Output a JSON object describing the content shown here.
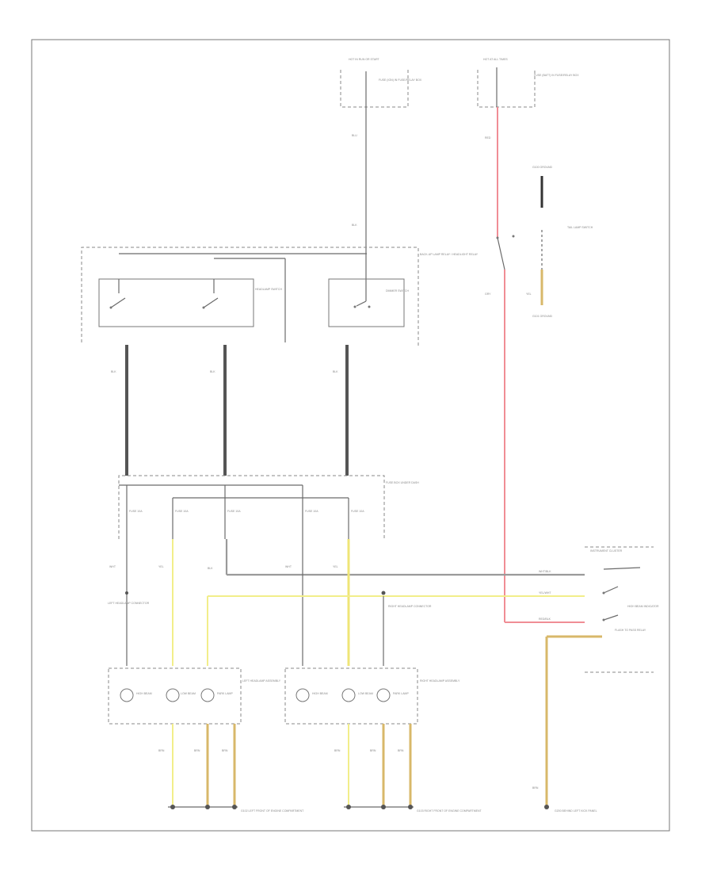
{
  "page": {
    "reference": ""
  },
  "labels": {
    "hot_run_left": "HOT IN RUN OR START",
    "hot_run_right": "HOT AT ALL TIMES",
    "fuse_top_left": "FUSE (IGN) IN FUSE/RELAY BOX",
    "fuse_top_right": "FUSE (BATT) IN FUSE/RELAY BOX",
    "relay_box": "BACK-UP LAMP RELAY / HEADLIGHT RELAY",
    "headlamp_switch": "HEADLAMP SWITCH",
    "dimmer_switch": "DIMMER SWITCH",
    "tail_lamp_switch": "TAIL LAMP SWITCH",
    "ground_top": "G100 GROUND",
    "ground_mid": "G101 GROUND",
    "fuse_box_mid": "FUSE BOX UNDER DASH",
    "fuse_1": "FUSE 10A",
    "fuse_2": "FUSE 10A",
    "fuse_3": "FUSE 10A",
    "fuse_4": "FUSE 10A",
    "fuse_5": "FUSE 10A",
    "left_connector": "LEFT HEADLAMP CONNECTOR",
    "left_assembly": "LEFT HEADLAMP ASSEMBLY",
    "right_connector": "RIGHT HEADLAMP CONNECTOR",
    "right_assembly": "RIGHT HEADLAMP ASSEMBLY",
    "lamp_high": "HIGH BEAM",
    "lamp_low": "LOW BEAM",
    "lamp_park": "PARK LAMP",
    "ground_left": "G102 LEFT FRONT OF ENGINE COMPARTMENT",
    "ground_right": "G103 RIGHT FRONT OF ENGINE COMPARTMENT",
    "ground_far_right": "G200 BEHIND LEFT KICK PANEL",
    "right_panel_title": "INSTRUMENT CLUSTER",
    "right_panel_sub": "HIGH BEAM INDICATOR",
    "right_panel_relay": "FLASH TO PASS RELAY",
    "right_wire_1": "WHT/BLK",
    "right_wire_2": "YEL/WHT",
    "right_wire_3": "RED/BLK",
    "right_wire_4": "BRN",
    "wire_codes": [
      "BLU",
      "BLK",
      "RED",
      "GRY",
      "YEL",
      "WHT",
      "BRN"
    ]
  }
}
